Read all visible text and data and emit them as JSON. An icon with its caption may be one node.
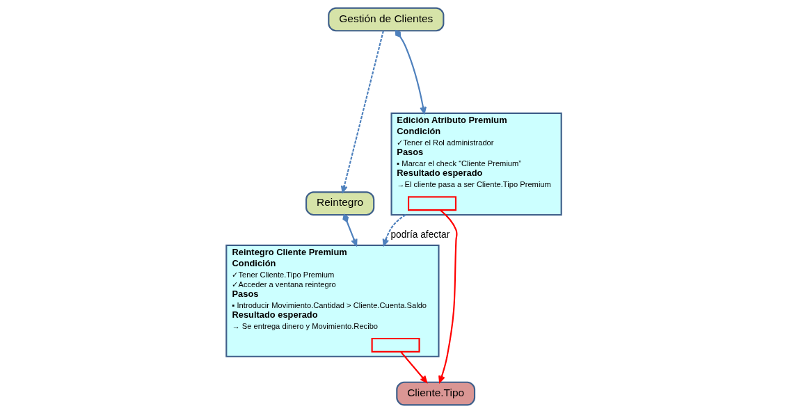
{
  "diagram": {
    "nodes": [
      {
        "text": [
          "Gestión de Clientes"
        ]
      },
      {
        "text": [
          "Reintegro"
        ]
      },
      {
        "text": [
          "Edición Atributo Premium",
          "Condición",
          "✓Tener el Rol administrador",
          "Pasos",
          "▪ Marcar el check “Cliente Premium”",
          "Resultado esperado",
          "→El cliente pasa a ser Cliente.Tipo Premium"
        ]
      },
      {
        "text": [],
        "shape": "box",
        "in": 2
      },
      {
        "text": [
          "Reintegro Cliente Premium",
          "Condición",
          "✓Tener Cliente.Tipo Premium",
          "✓Acceder a ventana reintegro",
          "Pasos",
          "▪ Introducir Movimiento.Cantidad > Cliente.Cuenta.Saldo",
          "Resultado esperado",
          "→ Se entrega dinero y Movimiento.Recibo"
        ]
      },
      {
        "text": [],
        "shape": "box",
        "in": 4
      },
      {
        "text": [
          "Cliente.Tipo"
        ]
      }
    ],
    "edges": [
      {
        "from": 0,
        "to": 1,
        "arrow": "to",
        "style": "dashed"
      },
      {
        "from": 0,
        "to": 2,
        "arrow": "to"
      },
      {
        "from": 1,
        "to": 4,
        "arrow": "to"
      },
      {
        "from": 2,
        "to": 4,
        "arrow": "to",
        "label": "podría afectar",
        "style": "dashed"
      },
      {
        "from": 3,
        "to": 6,
        "arrow": "to",
        "color": "#ff0000"
      },
      {
        "from": 5,
        "to": 6,
        "arrow": "to",
        "color": "#ff0000"
      }
    ]
  }
}
